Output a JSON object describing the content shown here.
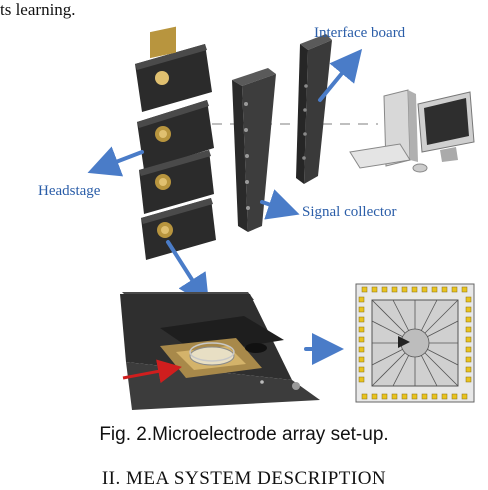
{
  "paper": {
    "top_text": "ts learning.",
    "labels": {
      "interface_board": "Interface board",
      "headstage": "Headstage",
      "signal_collector": "Signal collector"
    },
    "figure_caption": "Fig. 2.Microelectrode array set-up.",
    "section_heading": "II.   MEA SYSTEM DESCRIPTION"
  },
  "colors": {
    "arrow_blue": "#4a7cc8",
    "arrow_red": "#d01e1e",
    "pad_yellow": "#e8c21f"
  }
}
